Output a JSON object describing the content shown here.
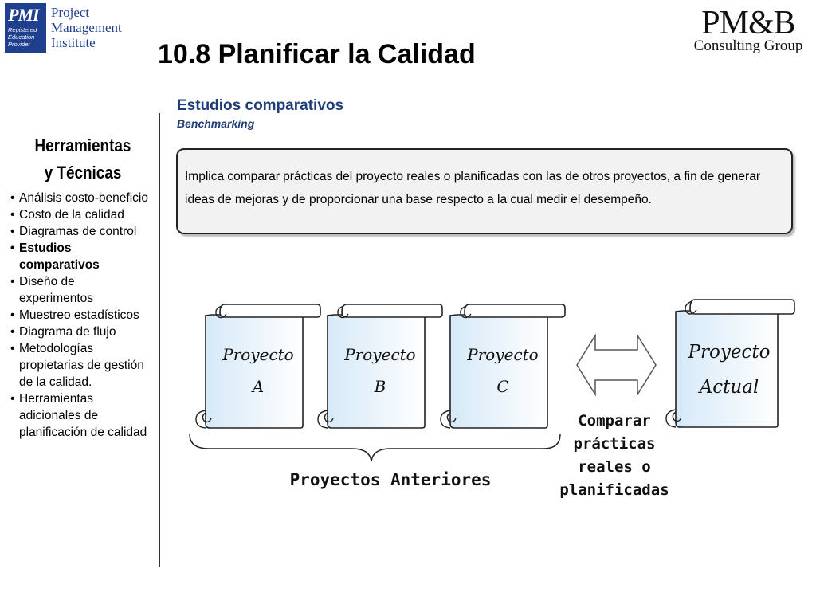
{
  "logos": {
    "pmi": {
      "mark": "PMI",
      "side_lines": [
        "Registered",
        "Education",
        "Provider"
      ],
      "name_lines": [
        "Project",
        "Management",
        "Institute"
      ]
    },
    "pmb": {
      "main": "PM&B",
      "sub": "Consulting Group"
    }
  },
  "title": "10.8 Planificar la Calidad",
  "sidebar": {
    "heading_line1": "Herramientas",
    "heading_line2": "y Técnicas",
    "items": [
      {
        "label": "Análisis costo-beneficio",
        "active": false
      },
      {
        "label": "Costo de la calidad",
        "active": false
      },
      {
        "label": "Diagramas de control",
        "active": false
      },
      {
        "label": "Estudios comparativos",
        "active": true
      },
      {
        "label": "Diseño de experimentos",
        "active": false
      },
      {
        "label": "Muestreo estadísticos",
        "active": false
      },
      {
        "label": "Diagrama de flujo",
        "active": false
      },
      {
        "label": "Metodologías propietarias de gestión de la calidad.",
        "active": false
      },
      {
        "label": "Herramientas adicionales de planificación de calidad",
        "active": false
      }
    ]
  },
  "section": {
    "title": "Estudios comparativos",
    "subtitle": "Benchmarking"
  },
  "description": "Implica comparar prácticas del proyecto reales o planificadas con las de otros proyectos, a fin de generar ideas de mejoras y de proporcionar una base respecto a la cual medir el desempeño.",
  "diagram": {
    "scroll_a": {
      "line1": "Proyecto",
      "line2": "A"
    },
    "scroll_b": {
      "line1": "Proyecto",
      "line2": "B"
    },
    "scroll_c": {
      "line1": "Proyecto",
      "line2": "C"
    },
    "scroll_actual": {
      "line1": "Proyecto",
      "line2": "Actual"
    },
    "compare_lines": [
      "Comparar",
      "prácticas",
      "reales o",
      "planificadas"
    ],
    "previous_label": "Proyectos Anteriores"
  },
  "colors": {
    "section_title": "#1f3e77",
    "scroll_fill": "#e6f2fb",
    "pmi_blue": "#1f3f8f",
    "box_fill": "#f2f2f2"
  }
}
